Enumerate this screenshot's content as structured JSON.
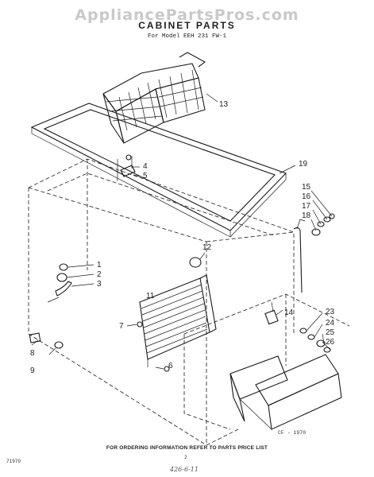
{
  "watermark": "AppliancePartsPros.com",
  "title": "CABINET PARTS",
  "subtitle": "For Model EEH 231 FW-1",
  "callouts": [
    {
      "label": "1"
    },
    {
      "label": "2"
    },
    {
      "label": "3"
    },
    {
      "label": "4"
    },
    {
      "label": "5"
    },
    {
      "label": "6"
    },
    {
      "label": "7"
    },
    {
      "label": "8"
    },
    {
      "label": "9"
    },
    {
      "label": "11"
    },
    {
      "label": "12"
    },
    {
      "label": "13"
    },
    {
      "label": "14"
    },
    {
      "label": "15"
    },
    {
      "label": "16"
    },
    {
      "label": "17"
    },
    {
      "label": "18"
    },
    {
      "label": "19"
    },
    {
      "label": "23"
    },
    {
      "label": "24"
    },
    {
      "label": "25"
    },
    {
      "label": "26"
    }
  ],
  "ref_code": "CF - 1970",
  "footer_note": "FOR ORDERING INFORMATION REFER TO PARTS PRICE LIST",
  "doc_number": "71970",
  "page_number": "2",
  "handwritten": "426-6-11"
}
